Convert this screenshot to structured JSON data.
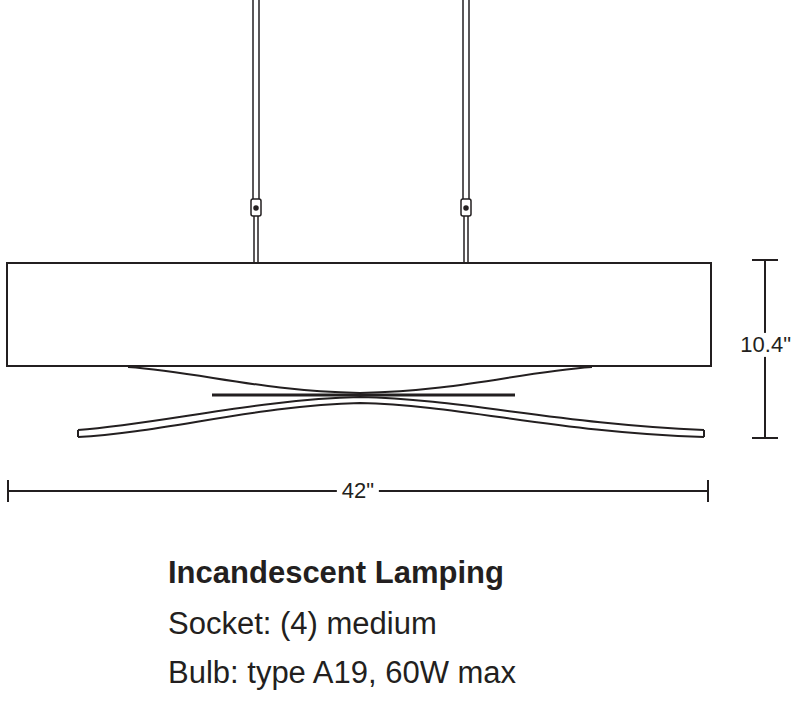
{
  "diagram": {
    "title": "Incandescent Lamping",
    "labels": [
      "10.4\"",
      "42\"",
      "Socket: (4) medium",
      "Bulb: type A19, 60W max"
    ]
  }
}
